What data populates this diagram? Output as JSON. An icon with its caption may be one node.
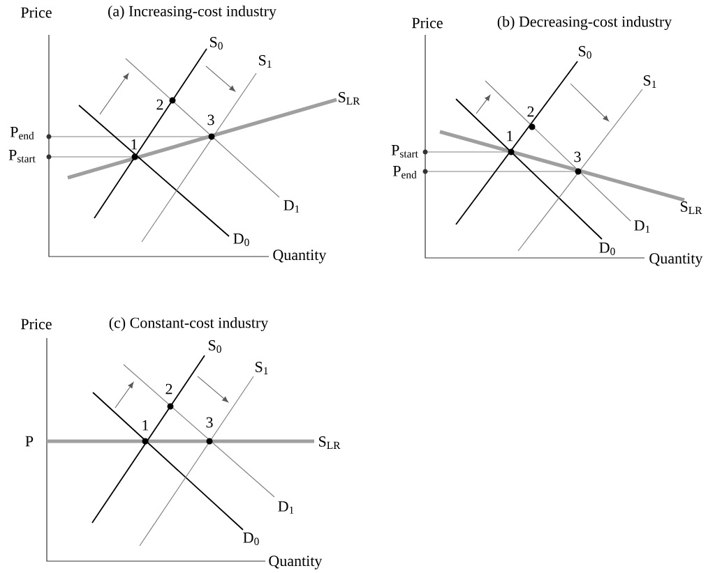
{
  "diagram": {
    "labels": [
      "Price",
      "(a) Increasing-cost industry",
      "S$_{0}$",
      "S$_{1}$",
      "2",
      "S$_{LR}$",
      "3",
      "P$_{end}$",
      "1",
      "P$_{start}$",
      "D$_{1}$",
      "D$_{0}$",
      "Quantity",
      "Price",
      "(b) Decreasing-cost industry",
      "S$_{0}$",
      "S$_{1}$",
      "2",
      "1",
      "P$_{start}$",
      "3",
      "P$_{end}$",
      "S$_{LR}$",
      "D$_{1}$",
      "D$_{0}$",
      "Quantity",
      "Price",
      "(c) Constant-cost industry",
      "S$_{0}$",
      "S$_{1}$",
      "2",
      "1",
      "3",
      "P",
      "S$_{LR}$",
      "D$_{1}$",
      "D$_{0}$",
      "Quantity"
    ]
  }
}
